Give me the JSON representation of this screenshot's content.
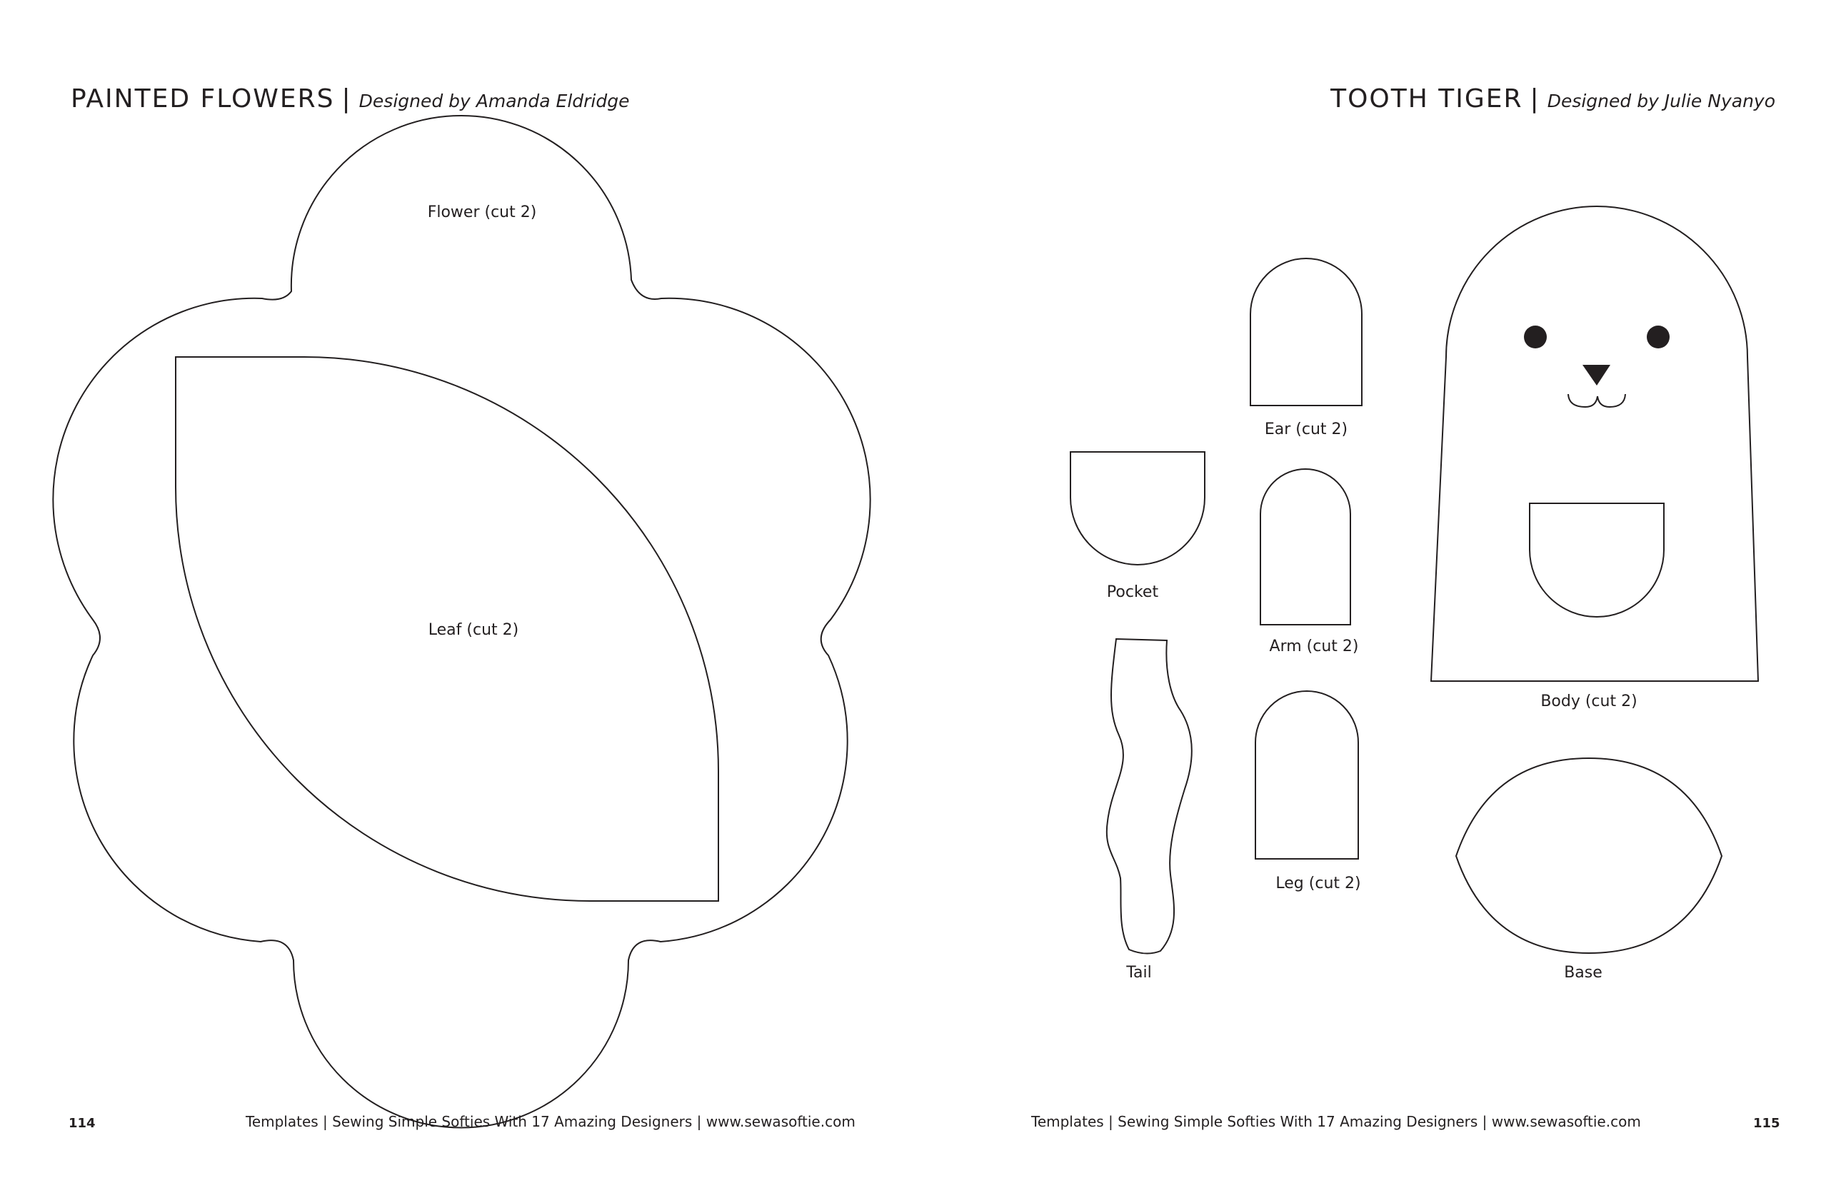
{
  "left_page": {
    "title": "PAINTED FLOWERS",
    "designer": "Designed by Amanda Eldridge",
    "labels": {
      "flower": "Flower (cut 2)",
      "leaf": "Leaf (cut 2)"
    },
    "footer": "Templates | Sewing Simple Softies With 17 Amazing Designers | www.sewasoftie.com",
    "page_number": "114"
  },
  "right_page": {
    "title": "TOOTH TIGER",
    "designer": "Designed by Julie Nyanyo",
    "labels": {
      "ear": "Ear (cut 2)",
      "pocket": "Pocket",
      "arm": "Arm (cut 2)",
      "tail": "Tail",
      "leg": "Leg (cut 2)",
      "body": "Body (cut 2)",
      "base": "Base"
    },
    "footer": "Templates | Sewing Simple Softies With 17 Amazing Designers | www.sewasoftie.com",
    "page_number": "115"
  },
  "separator": "|"
}
